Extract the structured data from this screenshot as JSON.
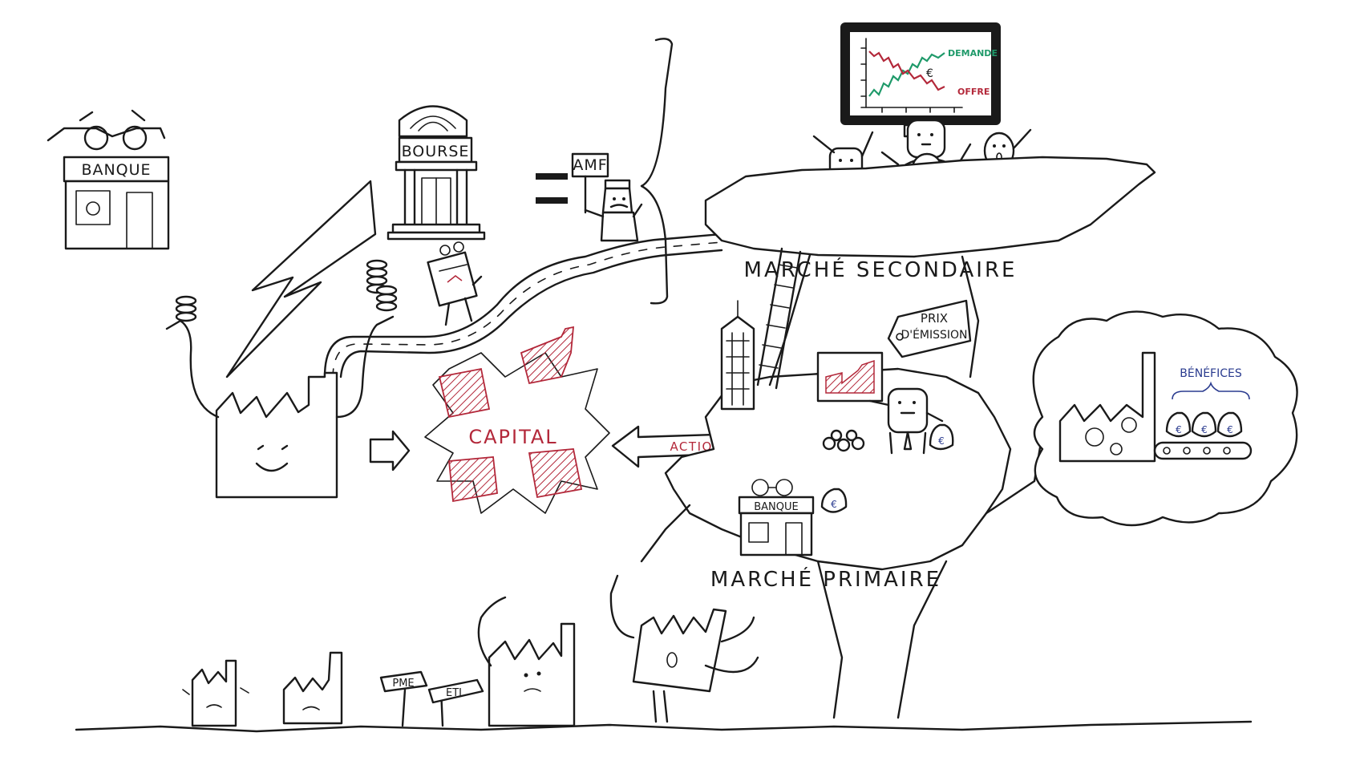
{
  "labels": {
    "banque_top": "BANQUE",
    "bourse": "BOURSE",
    "amf": "AMF",
    "capital": "CAPITAL",
    "actions": "ACTIONS",
    "marche_secondaire": "MARCHÉ SECONDAIRE",
    "marche_primaire": "MARCHÉ PRIMAIRE",
    "prix_line1": "PRIX",
    "prix_line2": "D'ÉMISSION",
    "demande": "DEMANDE",
    "offre": "OFFRE",
    "benefices": "BÉNÉFICES",
    "banque_bottom": "BANQUE",
    "pme": "PME",
    "eti": "ETI",
    "euro": "€"
  },
  "colors": {
    "ink": "#1a1a1a",
    "capital_red": "#b3283a",
    "demande_green": "#1f9a6a",
    "offre_red": "#b3283a",
    "benefices_blue": "#2a3b8f"
  }
}
